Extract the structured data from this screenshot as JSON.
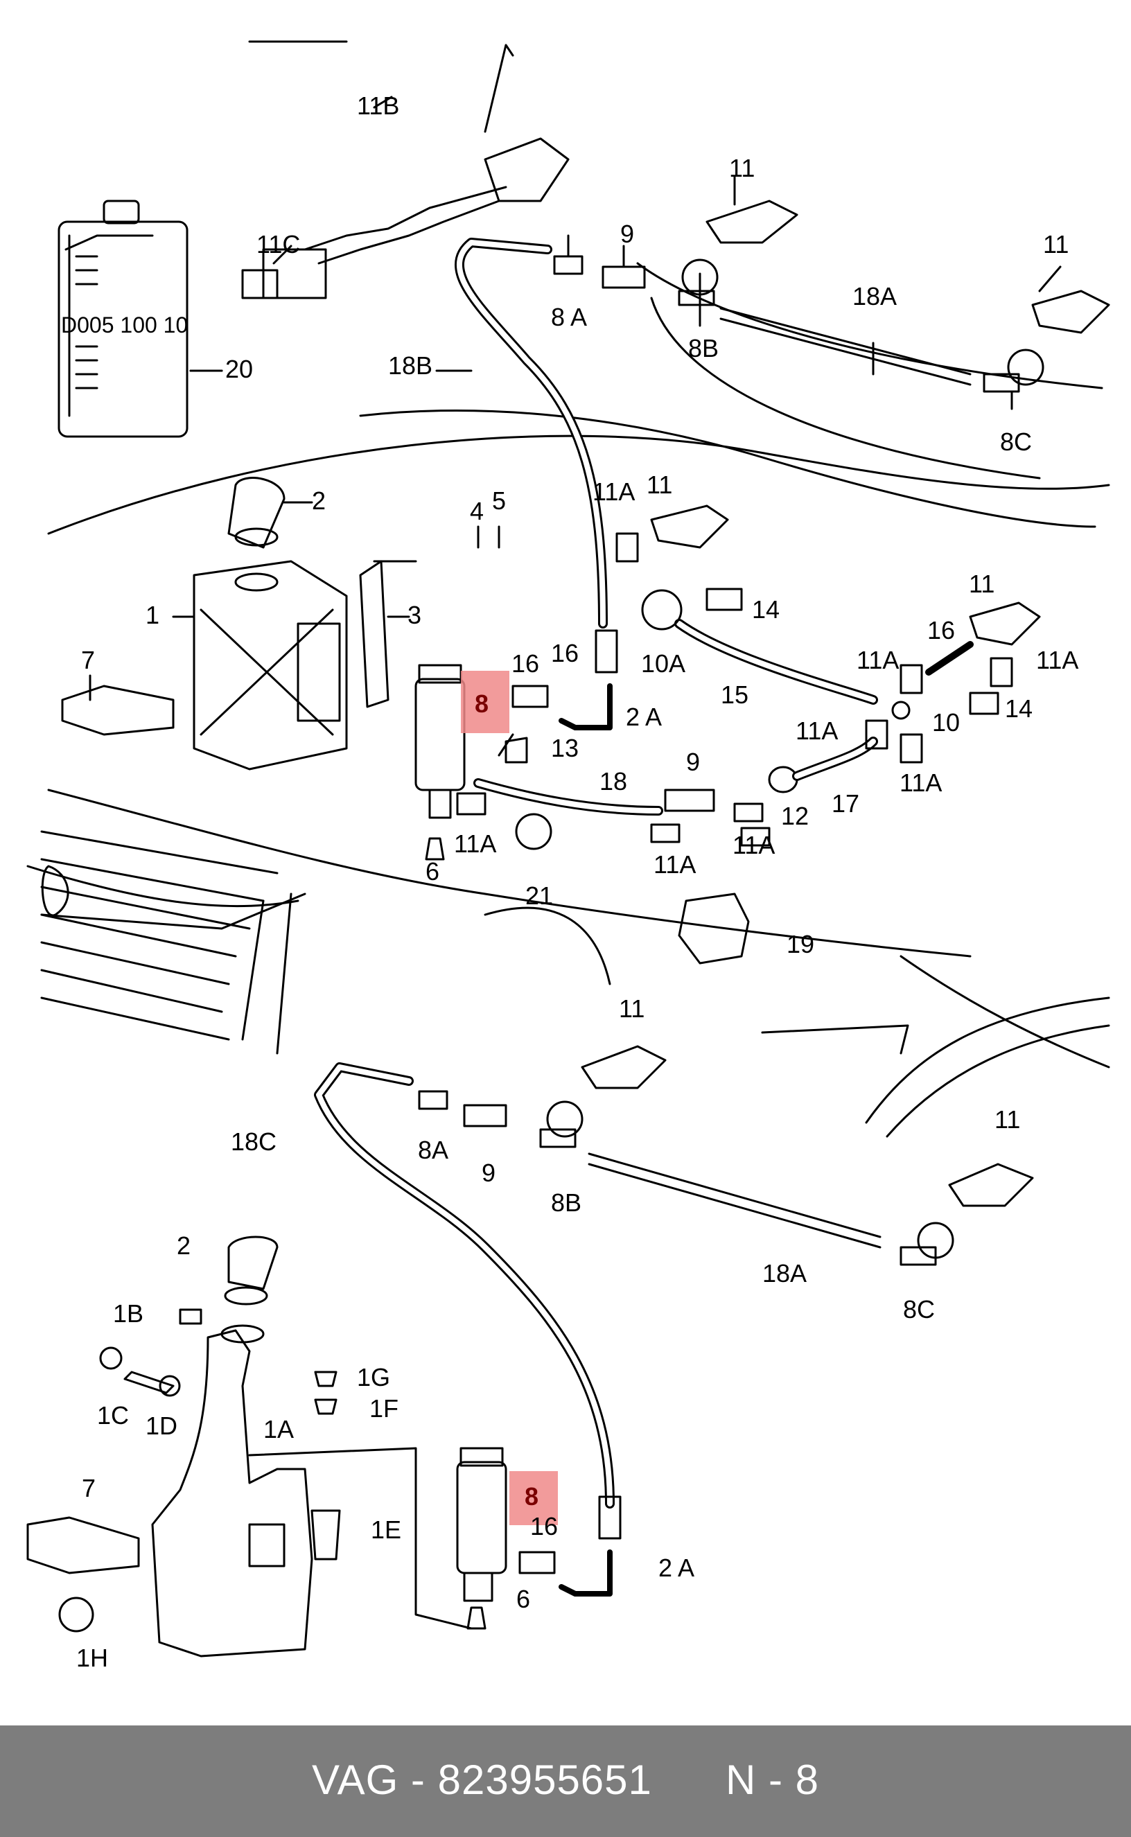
{
  "diagram": {
    "labels": {
      "l11B": "11B",
      "l11C": "11C",
      "l20": "20",
      "l_bottle": "D005 100 10",
      "l9_top": "9",
      "l8A_top": "8 A",
      "l8B_top": "8B",
      "l11_top1": "11",
      "l11_top2": "11",
      "l18A_top": "18A",
      "l8C_top": "8C",
      "l18B": "18B",
      "l2_top": "2",
      "l4": "4",
      "l5": "5",
      "l1": "1",
      "l3": "3",
      "l7_top": "7",
      "l11A_a": "11A",
      "l11_mid": "11",
      "l14_a": "14",
      "l10A": "10A",
      "l15": "15",
      "l16_a": "16",
      "l16_b": "16",
      "l2A_top": "2 A",
      "l8_top": "8",
      "l13": "13",
      "l6_top": "6",
      "l11A_b": "11A",
      "l18": "18",
      "l9_mid": "9",
      "l21": "21",
      "l11A_c": "11A",
      "l11A_d": "11A",
      "l12": "12",
      "l17": "17",
      "l19": "19",
      "l11_r": "11",
      "l16_r": "16",
      "l11A_r1": "11A",
      "l11A_r2": "11A",
      "l14_r": "14",
      "l10": "10",
      "l11A_r3": "11A",
      "l11A_r4": "11A",
      "l11_b1": "11",
      "l18C": "18C",
      "l8A_b": "8A",
      "l9_b": "9",
      "l8B_b": "8B",
      "l11_b2": "11",
      "l18A_b": "18A",
      "l8C_b": "8C",
      "l2_b": "2",
      "l1B": "1B",
      "l1C": "1C",
      "l1D": "1D",
      "l1G": "1G",
      "l1F": "1F",
      "l1A": "1A",
      "l7_b": "7",
      "l1E": "1E",
      "l1H": "1H",
      "l8_b": "8",
      "l16_bb": "16",
      "l2A_b": "2 A",
      "l6_b": "6"
    }
  },
  "footer": {
    "brand": "VAG",
    "part_number": "823955651",
    "position": "N - 8"
  }
}
